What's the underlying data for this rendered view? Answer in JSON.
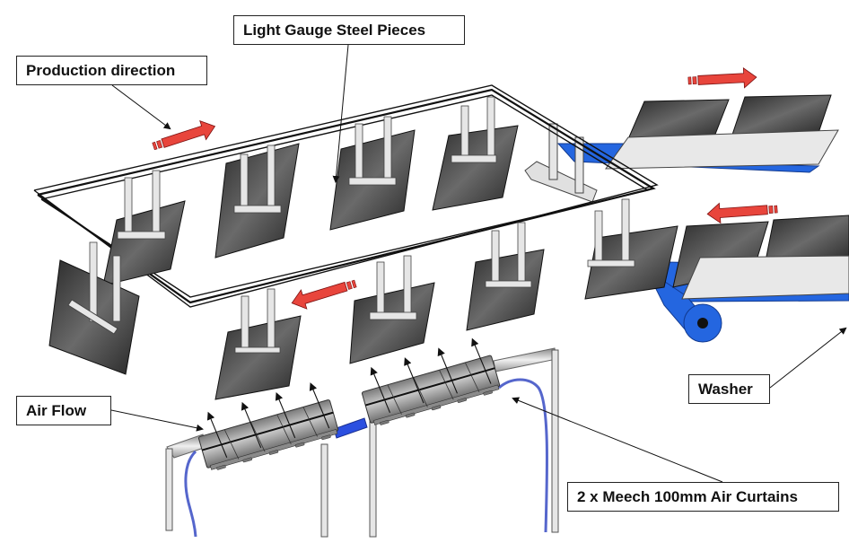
{
  "diagram": {
    "title": "Air curtain drying of light gauge steel pieces on overhead conveyor",
    "labels": {
      "steel_pieces": "Light Gauge Steel Pieces",
      "production_direction": "Production direction",
      "air_flow": "Air Flow",
      "washer": "Washer",
      "air_curtains": "2 x Meech 100mm Air Curtains"
    },
    "colors": {
      "arrow_red": "#e8453c",
      "conveyor_blue": "#2466e0",
      "hose_blue": "#5566cc",
      "panel_dark": "#3a3a3a",
      "hanger_light": "#e6e6e6",
      "curtain_grey": "#9a9a9a"
    },
    "components": {
      "hanging_panels": 10,
      "washer_panels": 4,
      "air_curtain_units": 2,
      "airflow_arrows_per_unit": 4
    }
  }
}
